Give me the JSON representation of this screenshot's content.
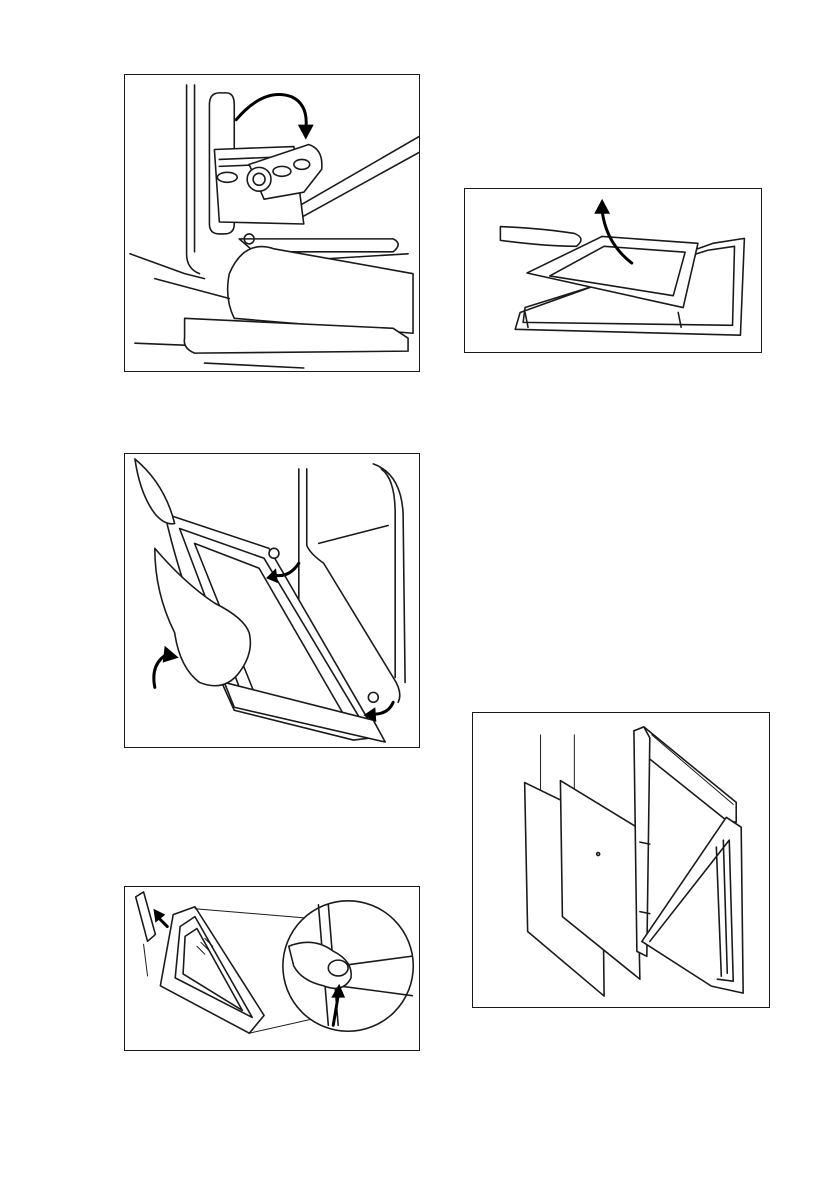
{
  "page": {
    "background": "#ffffff",
    "line_color": "#1a1a1a"
  },
  "figures": [
    {
      "id": "fig-hinge",
      "icon": "door-hinge-lever-illustration"
    },
    {
      "id": "fig-door",
      "icon": "oven-door-removal-illustration"
    },
    {
      "id": "fig-lift",
      "icon": "door-trim-release-illustration"
    },
    {
      "id": "fig-glass",
      "icon": "glass-panel-lift-illustration"
    },
    {
      "id": "fig-panels",
      "icon": "glass-panels-exploded-illustration"
    }
  ]
}
